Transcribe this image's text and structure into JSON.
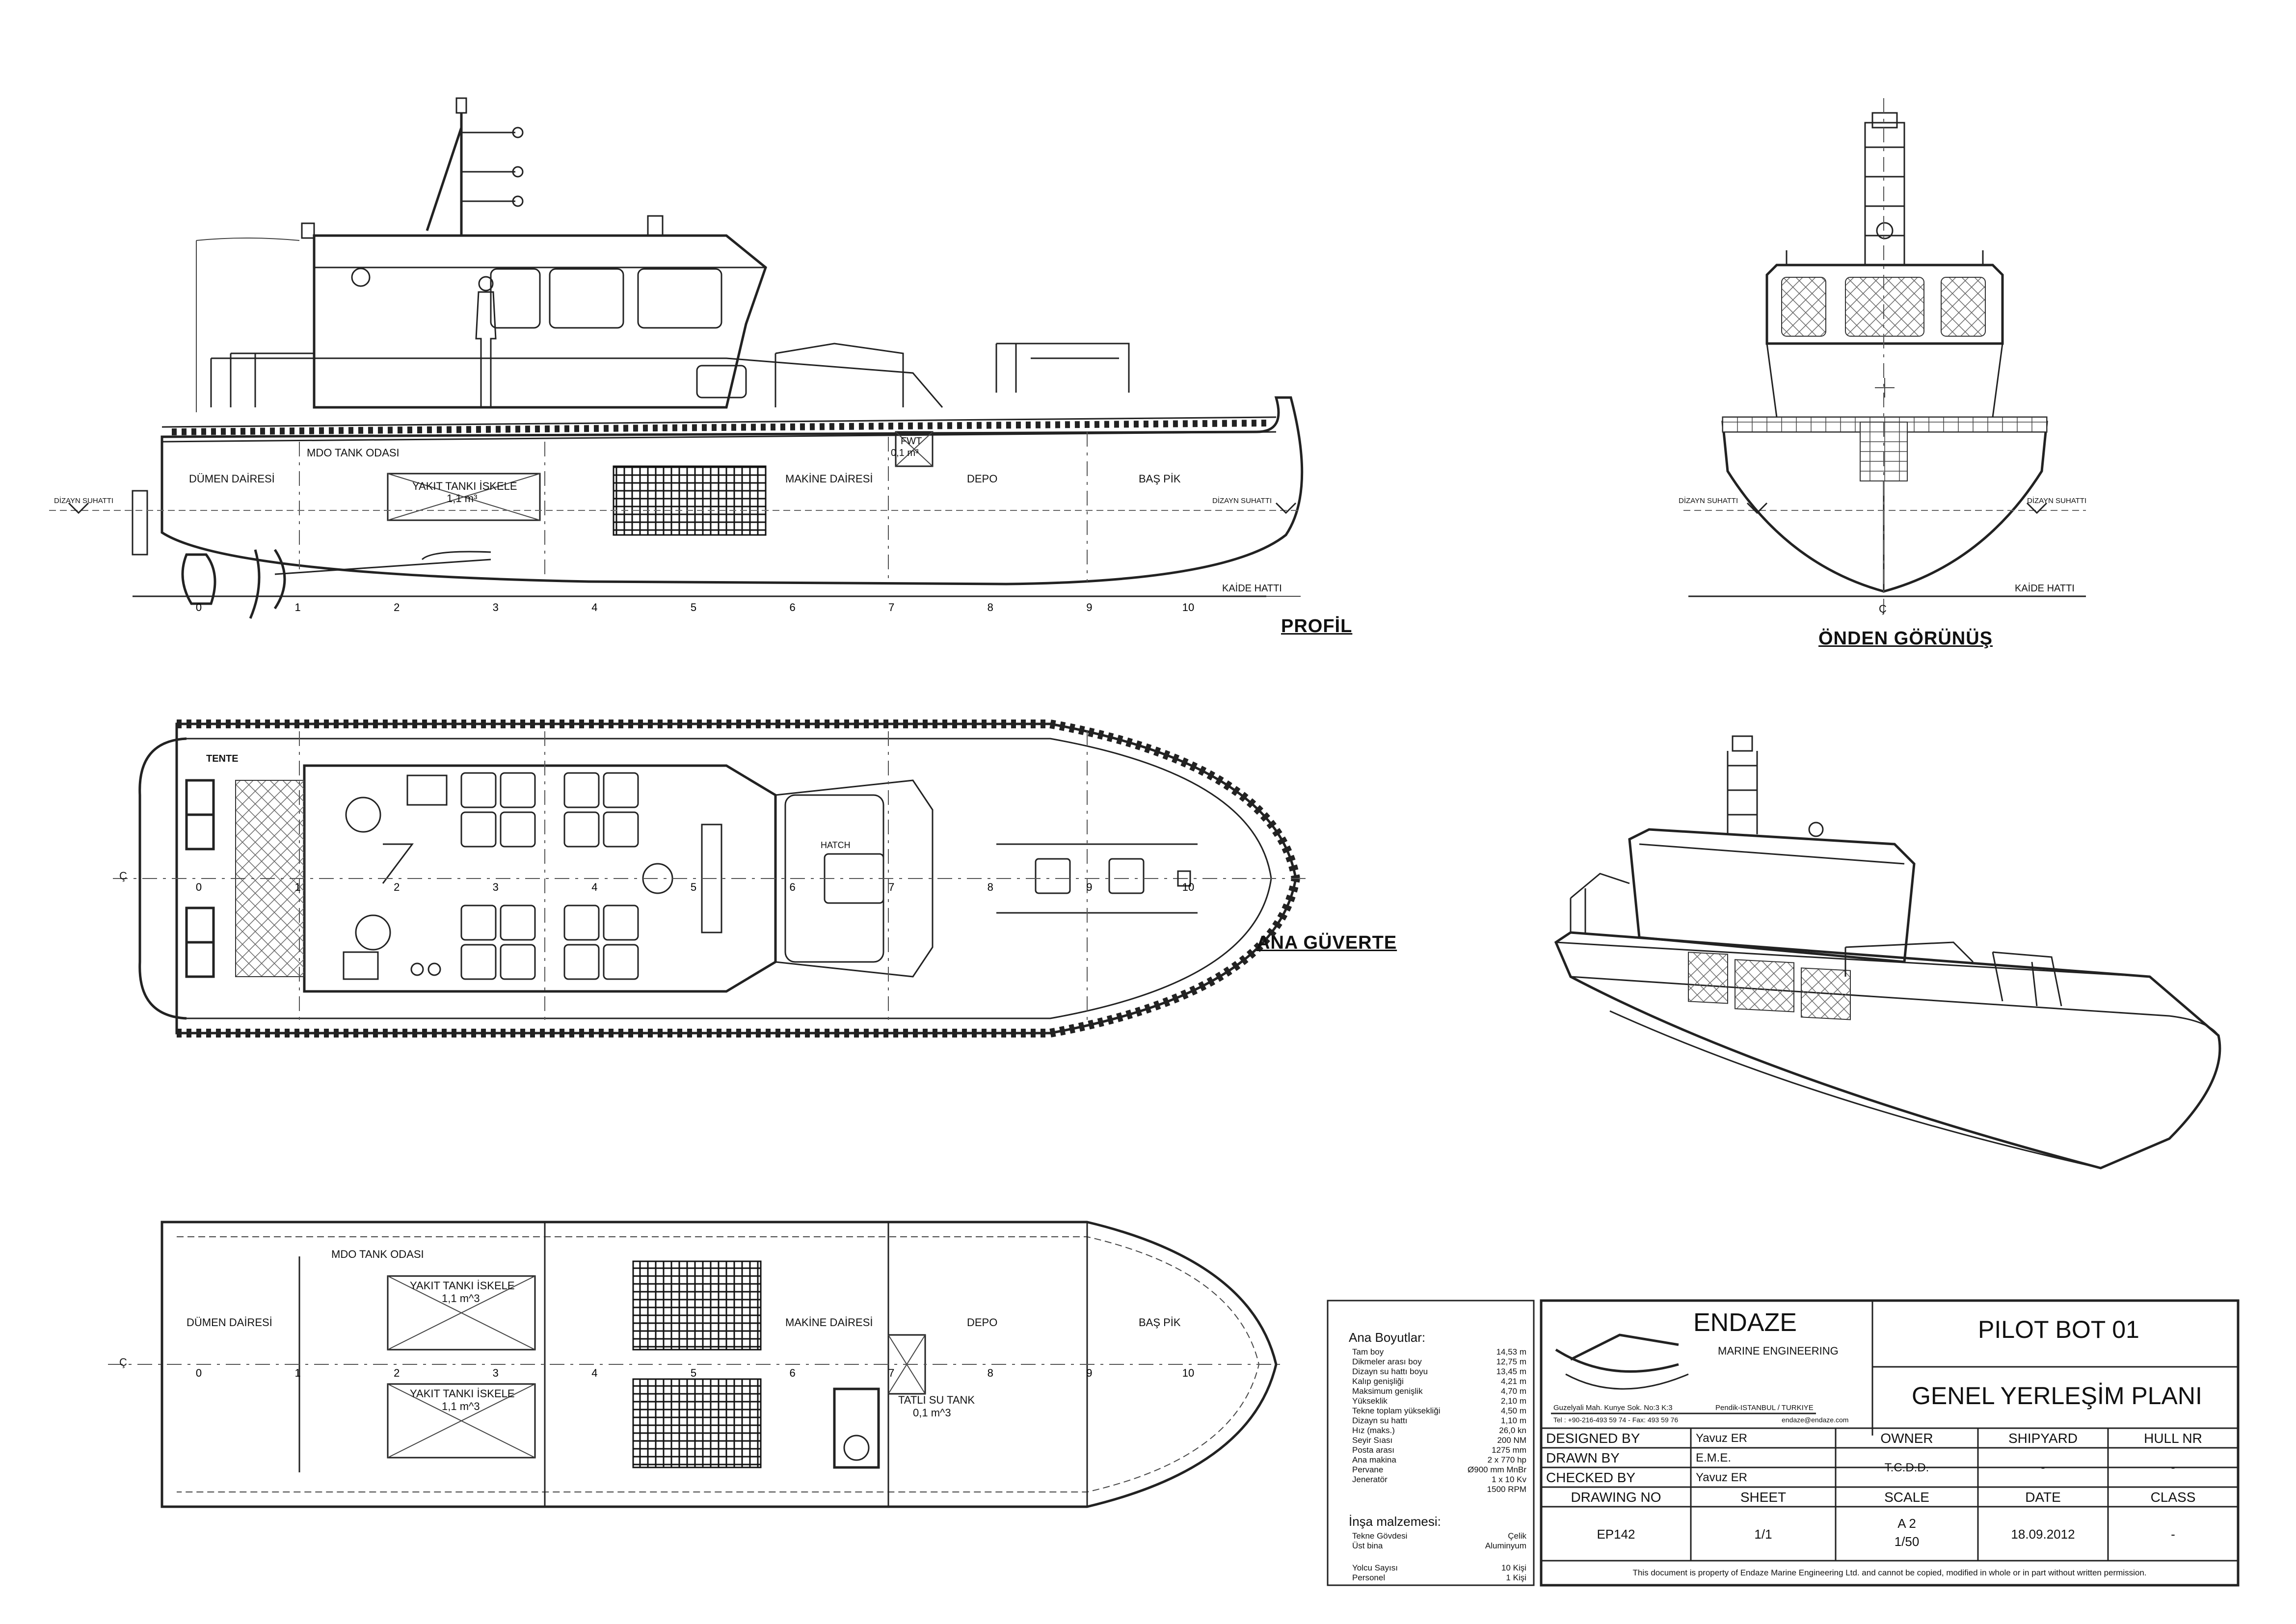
{
  "views": {
    "profile": {
      "title": "PROFİL"
    },
    "front": {
      "title": "ÖNDEN GÖRÜNÜŞ",
      "centerline": "Ç"
    },
    "deck": {
      "title": "ANA GÜVERTE",
      "tente": "TENTE",
      "hatch": "HATCH"
    },
    "perspective": {}
  },
  "compartments": {
    "dumen": "DÜMEN DAİRESİ",
    "mdo": "MDO TANK ODASI",
    "yakit": "YAKIT TANKI İSKELE",
    "yakit_vol": "1,1 m³",
    "makine": "MAKİNE DAİRESİ",
    "depo": "DEPO",
    "baspik": "BAŞ PİK",
    "fwt": "FWT",
    "fwt_vol": "0,1 m³",
    "yakit_tank_vol": "1,1 m^3",
    "tatli": "TATLI SU TANK",
    "tatli_vol": "0,1 m^3"
  },
  "lines": {
    "design_wl": "DİZAYN SUHATTI",
    "baseline": "KAİDE HATTI",
    "centerline": "Ç"
  },
  "frames": [
    "0",
    "1",
    "2",
    "3",
    "4",
    "5",
    "6",
    "7",
    "8",
    "9",
    "10"
  ],
  "specs": {
    "heading": "Ana Boyutlar:",
    "rows": [
      {
        "k": "Tam boy",
        "v": "14,53 m"
      },
      {
        "k": "Dikmeler arası boy",
        "v": "12,75 m"
      },
      {
        "k": "Dizayn su hattı boyu",
        "v": "13,45 m"
      },
      {
        "k": "Kalıp genişliği",
        "v": "4,21 m"
      },
      {
        "k": "Maksimum genişlik",
        "v": "4,70 m"
      },
      {
        "k": "Yükseklik",
        "v": "2,10 m"
      },
      {
        "k": "Tekne toplam yüksekliği",
        "v": "4,50 m"
      },
      {
        "k": "Dizayn su hattı",
        "v": "1,10 m"
      },
      {
        "k": "Hız (maks.)",
        "v": "26,0 kn"
      },
      {
        "k": "Seyir Sıası",
        "v": "200 NM"
      },
      {
        "k": "Posta arası",
        "v": "1275 mm"
      },
      {
        "k": "Ana makina",
        "v": "2 x 770 hp"
      },
      {
        "k": "Pervane",
        "v": "Ø900 mm MnBr"
      },
      {
        "k": "Jeneratör",
        "v": "1 x 10 Kv"
      },
      {
        "k": "",
        "v": "1500 RPM"
      }
    ],
    "material_heading": "İnşa malzemesi:",
    "materials": [
      {
        "k": "Tekne Gövdesi",
        "v": "Çelik"
      },
      {
        "k": "Üst bina",
        "v": "Aluminyum"
      }
    ],
    "people": [
      {
        "k": "Yolcu Sayısı",
        "v": "10 Kişi"
      },
      {
        "k": "Personel",
        "v": "1 Kişi"
      }
    ]
  },
  "titleblock": {
    "company": "ENDAZE",
    "subtitle": "MARINE ENGINEERING",
    "address": "Guzelyali Mah. Kunye Sok. No:3 K:3",
    "city": "Pendik-ISTANBUL / TURKIYE",
    "phone": "Tel : +90-216-493 59 74 - Fax: 493 59 76",
    "email": "endaze@endaze.com",
    "project": "PILOT BOT 01",
    "drawing_title": "GENEL YERLEŞİM PLANI",
    "designed_by_label": "DESIGNED BY",
    "designed_by": "Yavuz ER",
    "drawn_by_label": "DRAWN BY",
    "drawn_by": "E.M.E.",
    "checked_by_label": "CHECKED BY",
    "checked_by": "Yavuz ER",
    "owner_label": "OWNER",
    "owner": "T.C.D.D.",
    "shipyard_label": "SHIPYARD",
    "shipyard": "-",
    "hull_label": "HULL NR",
    "hull": "-",
    "drawing_no_label": "DRAWING NO",
    "drawing_no": "EP142",
    "sheet_label": "SHEET",
    "sheet": "1/1",
    "scale_label": "SCALE",
    "scale_a": "A 2",
    "scale_b": "1/50",
    "date_label": "DATE",
    "date": "18.09.2012",
    "class_label": "CLASS",
    "class": "-",
    "footer": "This document is property of  Endaze Marine Engineering Ltd. and cannot be copied, modified in whole or in part without written permission."
  }
}
